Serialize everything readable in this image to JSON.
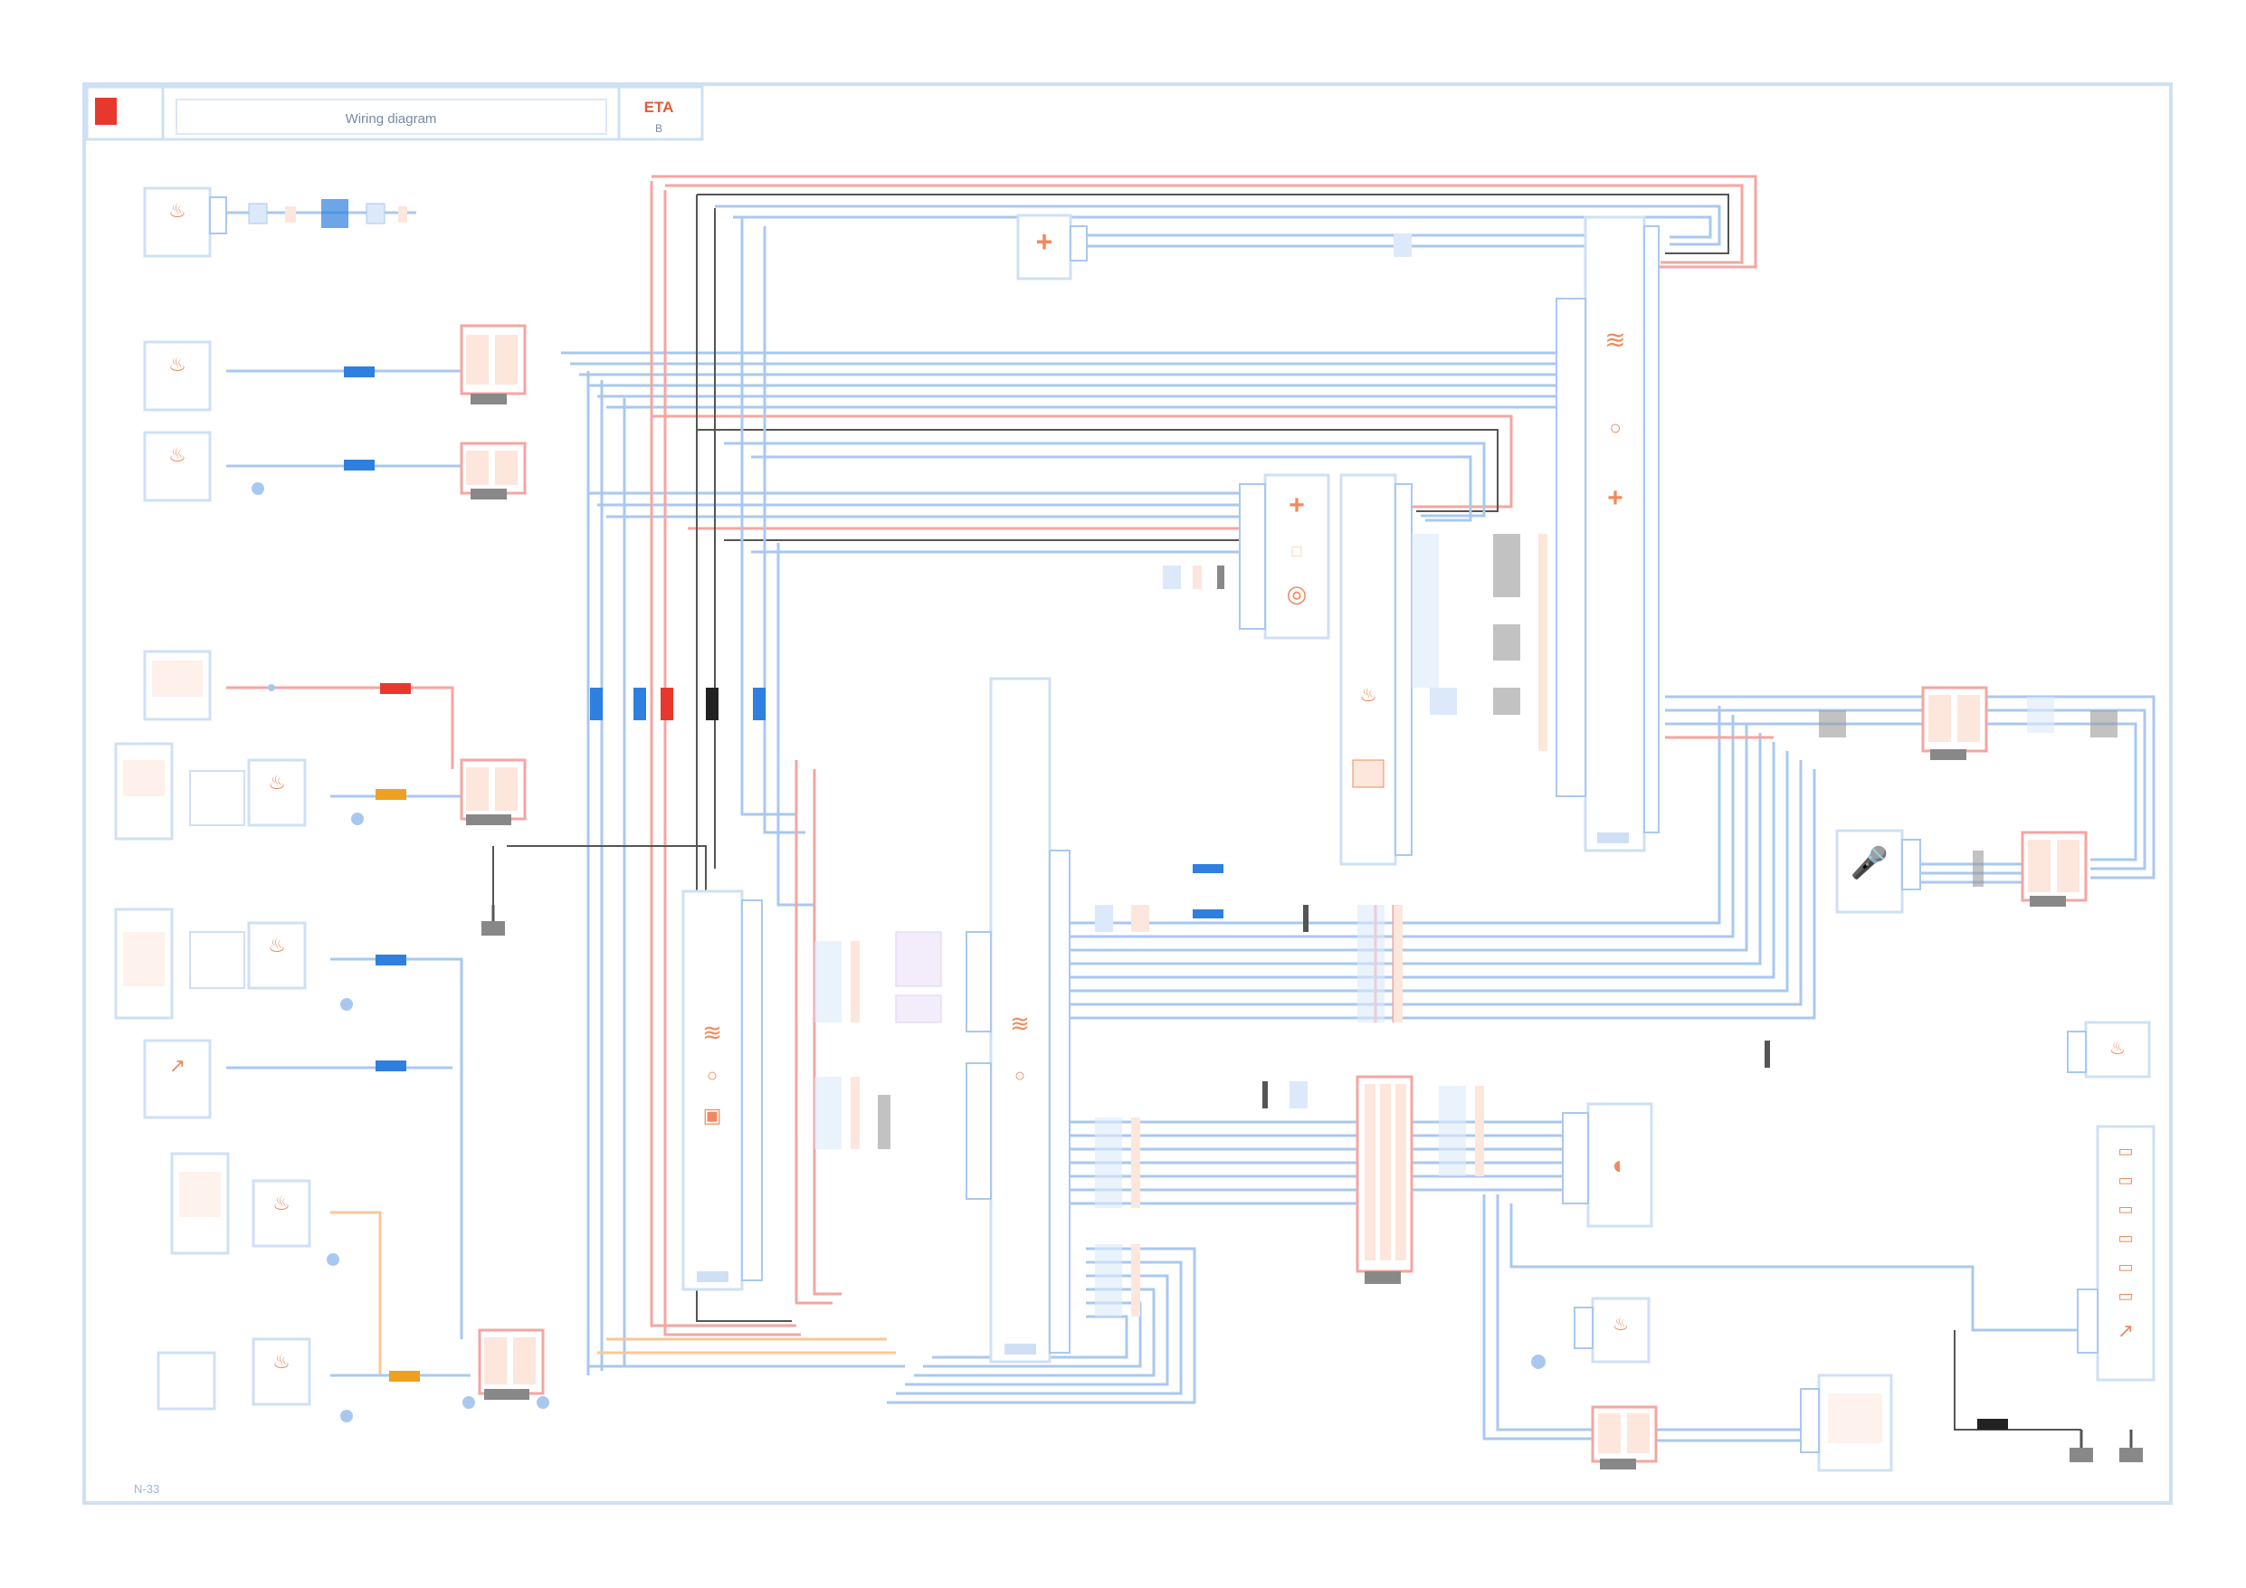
{
  "header": {
    "title": "Wiring diagram",
    "code": "ETA",
    "code_sub": "B"
  },
  "footer": {
    "ref": "N-33"
  },
  "palette": {
    "frame": "#cfe0f5",
    "wire_blue": "#a9c8ef",
    "wire_red": "#f4a6a0",
    "wire_dark": "#555555",
    "wire_orange": "#f7c79a",
    "accent_orange": "#f08a5d",
    "connector_blue": "#2f7fe0",
    "connector_red": "#e8382e",
    "connector_black": "#222222",
    "connector_amber": "#f0a020"
  },
  "components": [
    {
      "id": "sensor-1",
      "icon": "sensor-icon"
    },
    {
      "id": "sensor-2",
      "icon": "sensor-icon"
    },
    {
      "id": "sensor-3",
      "icon": "sensor-icon"
    },
    {
      "id": "sensor-4",
      "icon": "sensor-icon"
    },
    {
      "id": "sensor-5",
      "icon": "sensor-icon"
    },
    {
      "id": "sensor-6",
      "icon": "sensor-icon"
    },
    {
      "id": "sensor-7",
      "icon": "sensor-icon"
    },
    {
      "id": "sensor-8",
      "icon": "sensor-icon"
    },
    {
      "id": "sensor-9",
      "icon": "sensor-icon"
    },
    {
      "id": "relay-top",
      "icon": "fuse-icon"
    },
    {
      "id": "ecu-main",
      "icon": "ecu-icon"
    },
    {
      "id": "ecu-upper",
      "icon": "ecu-icon"
    },
    {
      "id": "module-center",
      "icon": "module-icon"
    },
    {
      "id": "module-lower-left",
      "icon": "module-icon"
    },
    {
      "id": "speaker",
      "icon": "speaker-icon"
    },
    {
      "id": "horn",
      "icon": "horn-icon"
    },
    {
      "id": "fuse-strip",
      "icon": "fuse-icon"
    },
    {
      "id": "ground-1",
      "icon": "ground-icon"
    },
    {
      "id": "ground-2",
      "icon": "ground-icon"
    },
    {
      "id": "ground-3",
      "icon": "ground-icon"
    }
  ]
}
